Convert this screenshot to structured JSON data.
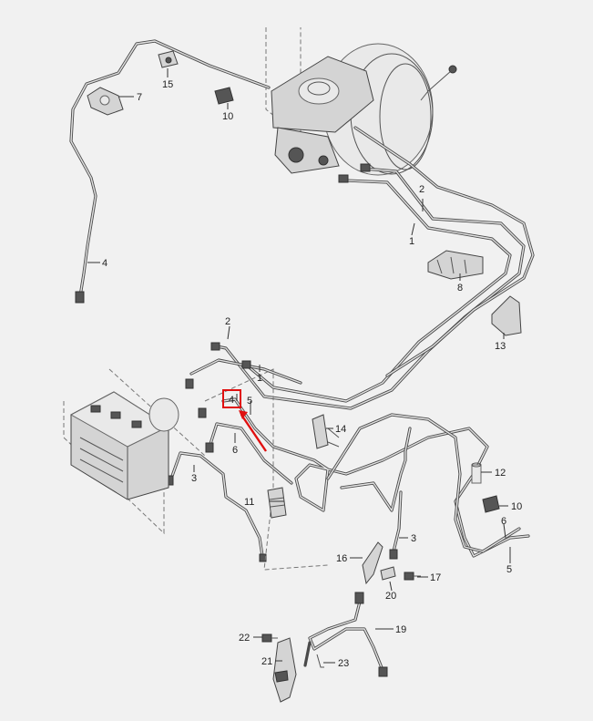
{
  "labels": {
    "l1a": "1",
    "l2a": "2",
    "l4a": "4",
    "l7": "7",
    "l15": "15",
    "l10a": "10",
    "l8": "8",
    "l13": "13",
    "l2b": "2",
    "l1b": "1",
    "l4b": "4",
    "l5a": "5",
    "l6a": "6",
    "l3a": "3",
    "l14": "14",
    "l11": "11",
    "l12": "12",
    "l10b": "10",
    "l6b": "6",
    "l5b": "5",
    "l3b": "3",
    "l16": "16",
    "l17": "17",
    "l20": "20",
    "l19": "19",
    "l22": "22",
    "l21": "21",
    "l23": "23"
  },
  "colors": {
    "background": "#f1f1f1",
    "line": "#4a4a4a",
    "highlight": "#e01010"
  }
}
